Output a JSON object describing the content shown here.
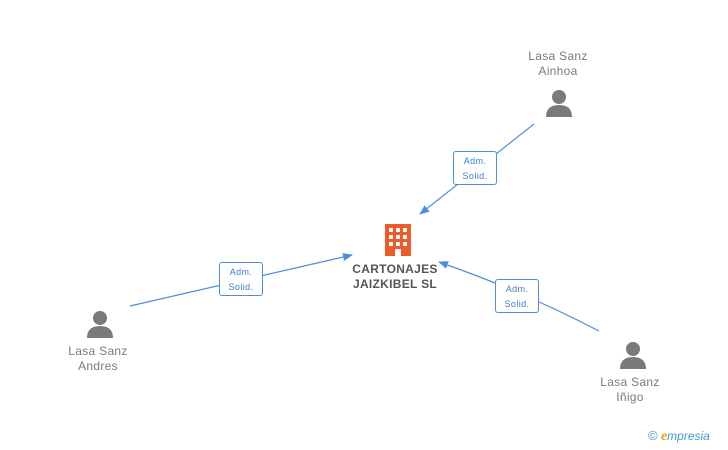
{
  "company": {
    "name_line1": "CARTONAJES",
    "name_line2": "JAIZKIBEL SL",
    "icon": "building-icon",
    "color": "#f05a28"
  },
  "people": [
    {
      "id": "ainhoa",
      "name_line1": "Lasa Sanz",
      "name_line2": "Ainhoa",
      "icon": "person-icon"
    },
    {
      "id": "andres",
      "name_line1": "Lasa Sanz",
      "name_line2": "Andres",
      "icon": "person-icon"
    },
    {
      "id": "inigo",
      "name_line1": "Lasa Sanz",
      "name_line2": "Iñigo",
      "icon": "person-icon"
    }
  ],
  "relations": [
    {
      "from": "ainhoa",
      "line1": "Adm.",
      "line2": "Solid."
    },
    {
      "from": "andres",
      "line1": "Adm.",
      "line2": "Solid."
    },
    {
      "from": "inigo",
      "line1": "Adm.",
      "line2": "Solid."
    }
  ],
  "colors": {
    "edge": "#4a90d9",
    "person": "#7a7a7a",
    "text": "#7a7a7a"
  },
  "brand": {
    "copyright": "©",
    "e": "e",
    "rest": "mpresia"
  }
}
